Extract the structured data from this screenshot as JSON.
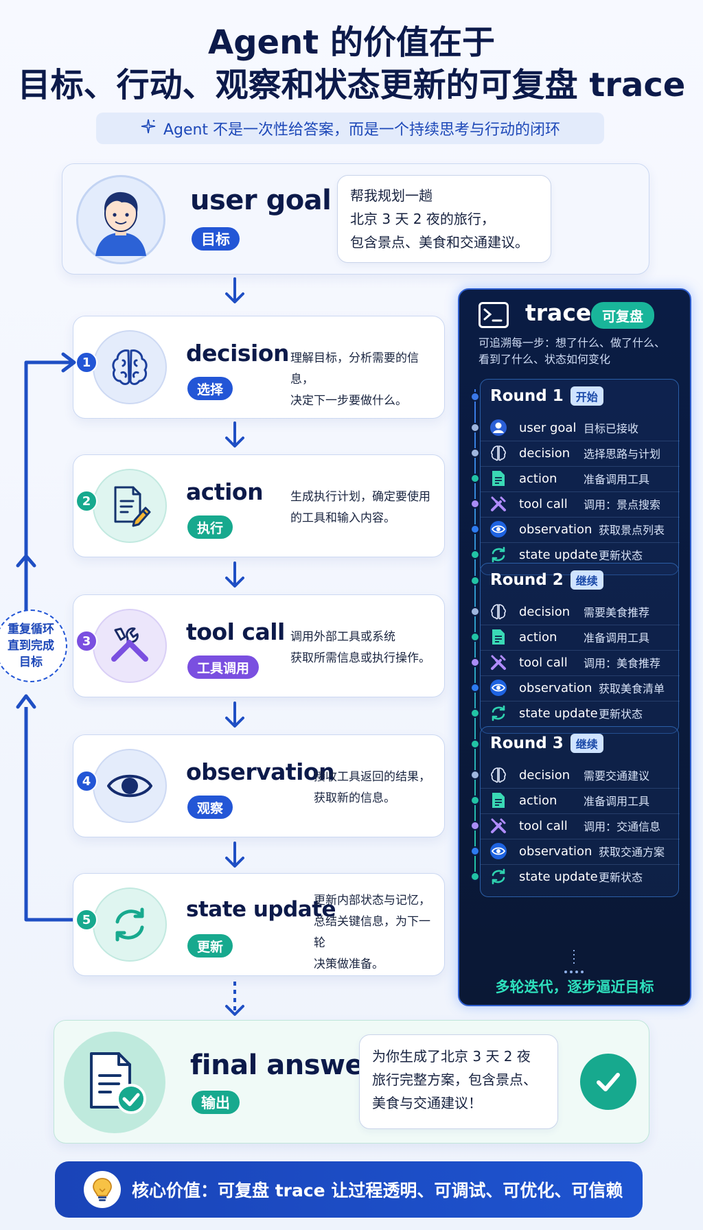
{
  "title": {
    "line1": "Agent 的价值在于",
    "line2": "目标、行动、观察和状态更新的可复盘 trace"
  },
  "subtitle": "Agent 不是一次性给答案，而是一个持续思考与行动的闭环",
  "user_goal": {
    "title": "user goal",
    "badge": "目标",
    "bubble": [
      "帮我规划一趟",
      "北京 3 天 2 夜的旅行，",
      "包含景点、美食和交通建议。"
    ]
  },
  "steps": [
    {
      "num": "1",
      "title": "decision",
      "badge": "选择",
      "desc": [
        "理解目标，分析需要的信息，",
        "决定下一步要做什么。"
      ]
    },
    {
      "num": "2",
      "title": "action",
      "badge": "执行",
      "desc": [
        "生成执行计划，确定要使用",
        "的工具和输入内容。"
      ]
    },
    {
      "num": "3",
      "title": "tool call",
      "badge": "工具调用",
      "desc": [
        "调用外部工具或系统",
        "获取所需信息或执行操作。"
      ]
    },
    {
      "num": "4",
      "title": "observation",
      "badge": "观察",
      "desc": [
        "接收工具返回的结果，",
        "获取新的信息。"
      ]
    },
    {
      "num": "5",
      "title": "state update",
      "badge": "更新",
      "desc": [
        "更新内部状态与记忆，",
        "总结关键信息，为下一轮",
        "决策做准备。"
      ]
    }
  ],
  "loop_label": [
    "重复循环",
    "直到完成",
    "目标"
  ],
  "final": {
    "title": "final answer",
    "badge": "输出",
    "bubble": [
      "为你生成了北京 3 天 2 夜",
      "旅行完整方案，包含景点、",
      "美食与交通建议！"
    ]
  },
  "trace": {
    "title": "trace",
    "tag": "可复盘",
    "desc": [
      "可追溯每一步：想了什么、做了什么、",
      "看到了什么、状态如何变化"
    ],
    "rounds": [
      {
        "label": "Round 1",
        "tag": "开始",
        "rows": [
          {
            "icon": "user-icon",
            "name": "user goal",
            "desc": "目标已接收"
          },
          {
            "icon": "brain-icon",
            "name": "decision",
            "desc": "选择思路与计划"
          },
          {
            "icon": "document-icon",
            "name": "action",
            "desc": "准备调用工具"
          },
          {
            "icon": "tools-icon",
            "name": "tool call",
            "desc": "调用：景点搜索"
          },
          {
            "icon": "eye-icon",
            "name": "observation",
            "desc": "获取景点列表"
          },
          {
            "icon": "refresh-icon",
            "name": "state update",
            "desc": "更新状态"
          }
        ]
      },
      {
        "label": "Round 2",
        "tag": "继续",
        "rows": [
          {
            "icon": "brain-icon",
            "name": "decision",
            "desc": "需要美食推荐"
          },
          {
            "icon": "document-icon",
            "name": "action",
            "desc": "准备调用工具"
          },
          {
            "icon": "tools-icon",
            "name": "tool call",
            "desc": "调用：美食推荐"
          },
          {
            "icon": "eye-icon",
            "name": "observation",
            "desc": "获取美食清单"
          },
          {
            "icon": "refresh-icon",
            "name": "state update",
            "desc": "更新状态"
          }
        ]
      },
      {
        "label": "Round 3",
        "tag": "继续",
        "rows": [
          {
            "icon": "brain-icon",
            "name": "decision",
            "desc": "需要交通建议"
          },
          {
            "icon": "document-icon",
            "name": "action",
            "desc": "准备调用工具"
          },
          {
            "icon": "tools-icon",
            "name": "tool call",
            "desc": "调用：交通信息"
          },
          {
            "icon": "eye-icon",
            "name": "observation",
            "desc": "获取交通方案"
          },
          {
            "icon": "refresh-icon",
            "name": "state update",
            "desc": "更新状态"
          }
        ]
      }
    ],
    "footer": "多轮迭代，逐步逼近目标"
  },
  "banner": "核心价值：可复盘 trace 让过程透明、可调试、可优化、可信赖",
  "colors": {
    "blue": "#2356d6",
    "teal": "#17a98e",
    "purple": "#7a4fe0",
    "navy": "#0c1a4a"
  }
}
